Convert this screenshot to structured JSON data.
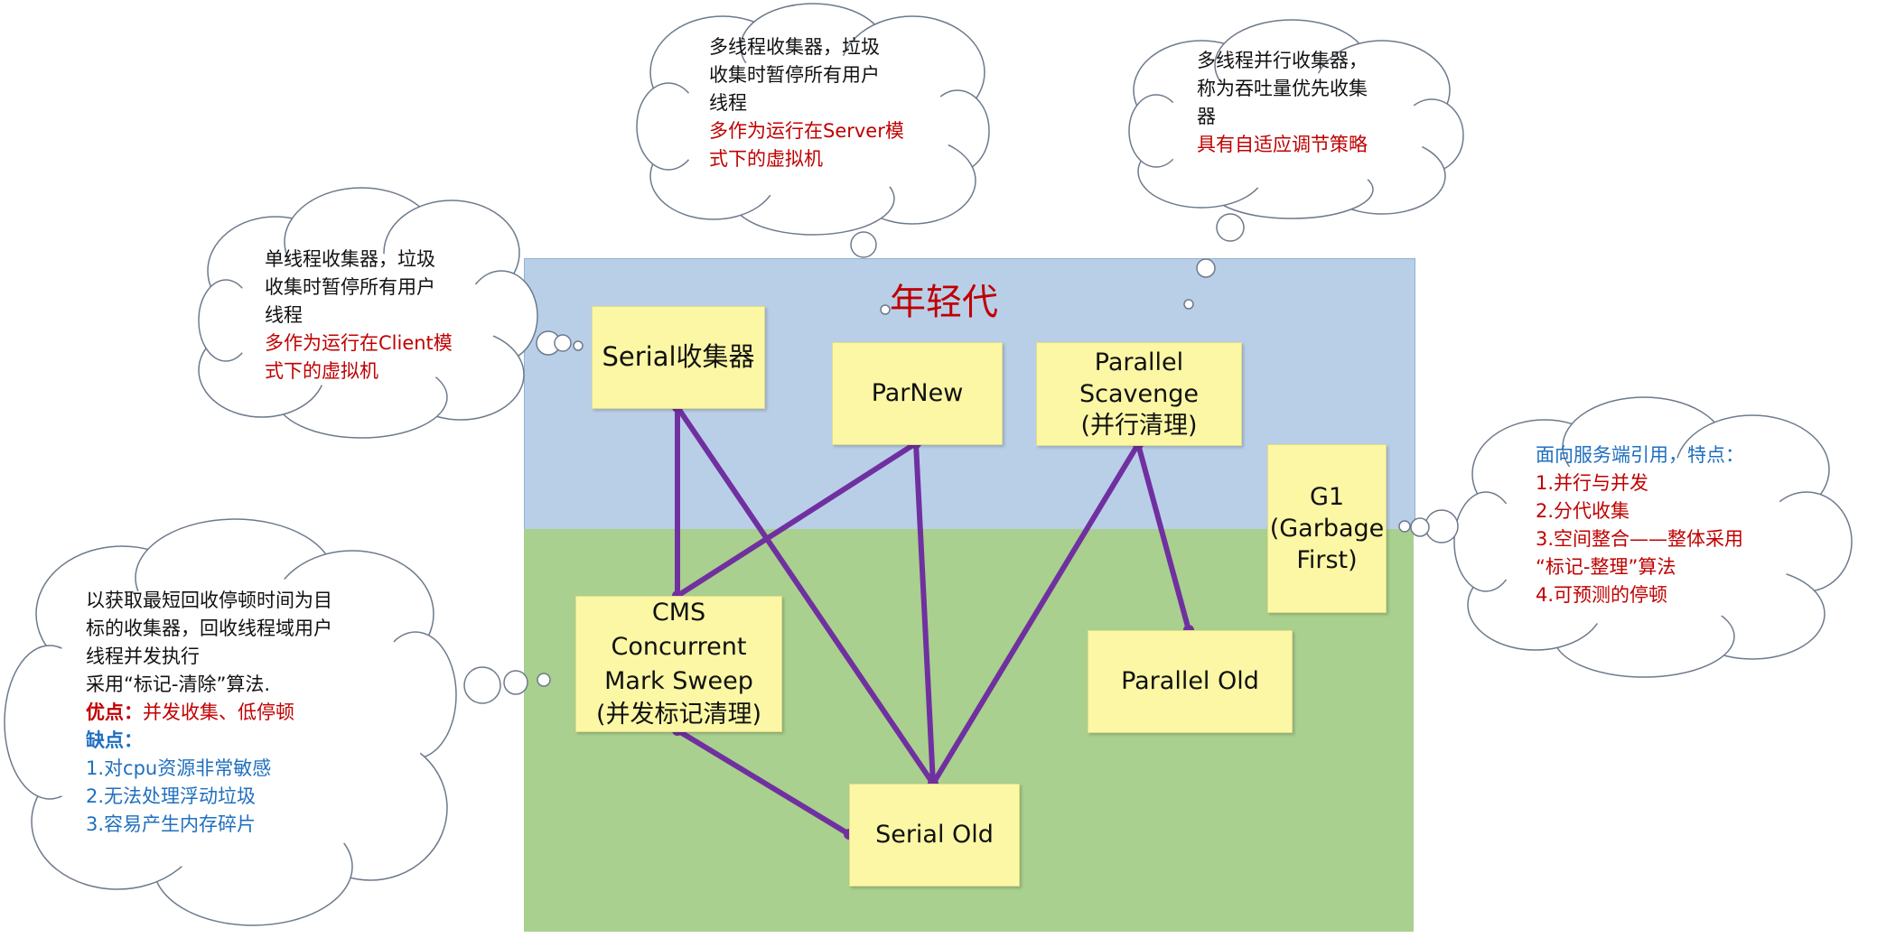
{
  "regions": {
    "young_title": "年轻代"
  },
  "collectors": {
    "serial": "Serial收集器",
    "parnew": "ParNew",
    "parallel_scavenge": "Parallel\nScavenge\n(并行清理)",
    "g1": "G1\n(Garbage\nFirst)",
    "cms": "CMS\nConcurrent\nMark Sweep\n(并发标记清理)",
    "parallel_old": "Parallel Old",
    "serial_old": "Serial Old"
  },
  "colors": {
    "young_bg": "#b9cfe8",
    "old_bg": "#a9d08e",
    "box_bg": "#fbf7a4",
    "connector": "#7030a0",
    "red_text": "#c00000",
    "blue_text": "#1f6fbf"
  },
  "callouts": {
    "serial": {
      "lines": [
        "单线程收集器，垃圾",
        "收集时暂停所有用户",
        "线程"
      ],
      "red_lines": [
        "多作为运行在Client模",
        "式下的虚拟机"
      ]
    },
    "parnew": {
      "lines": [
        "多线程收集器，垃圾",
        "收集时暂停所有用户",
        "线程"
      ],
      "red_lines": [
        "多作为运行在Server模",
        "式下的虚拟机"
      ]
    },
    "parallel_scavenge": {
      "lines": [
        "多线程并行收集器，",
        "称为吞吐量优先收集",
        "器"
      ],
      "red_lines": [
        "具有自适应调节策略"
      ]
    },
    "g1": {
      "title": "面向服务端引用，特点：",
      "red_lines": [
        "1.并行与并发",
        "2.分代收集",
        "3.空间整合——整体采用",
        "“标记-整理”算法",
        "4.可预测的停顿"
      ]
    },
    "cms": {
      "lines": [
        "以获取最短回收停顿时间为目",
        "标的收集器，回收线程域用户",
        "线程并发执行",
        "采用“标记-清除”算法."
      ],
      "pros_label": "优点：",
      "pros": "并发收集、低停顿",
      "cons_label": "缺点：",
      "cons": [
        "1.对cpu资源非常敏感",
        "2.无法处理浮动垃圾",
        "3.容易产生内存碎片"
      ]
    }
  }
}
